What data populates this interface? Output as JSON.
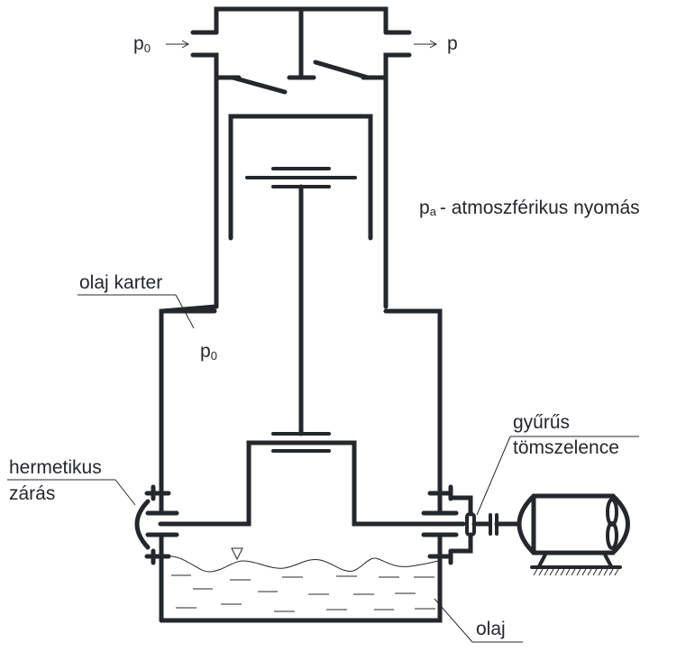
{
  "diagram": {
    "title": "Compressor with hermetic oil crankcase",
    "labels": {
      "inlet_pressure": "p",
      "inlet_pressure_sub": "0",
      "outlet_pressure": "p",
      "atmospheric": "p",
      "atmospheric_sub": "a",
      "atmospheric_text": "- atmoszférikus nyomás",
      "crankcase": "olaj karter",
      "crankcase_pressure": "p",
      "crankcase_pressure_sub": "0",
      "hermetic_line1": "hermetikus",
      "hermetic_line2": "zárás",
      "gland_line1": "gyűrűs",
      "gland_line2": "tömszelence",
      "oil": "olaj"
    },
    "colors": {
      "line": "#24272b",
      "background": "#ffffff"
    }
  }
}
